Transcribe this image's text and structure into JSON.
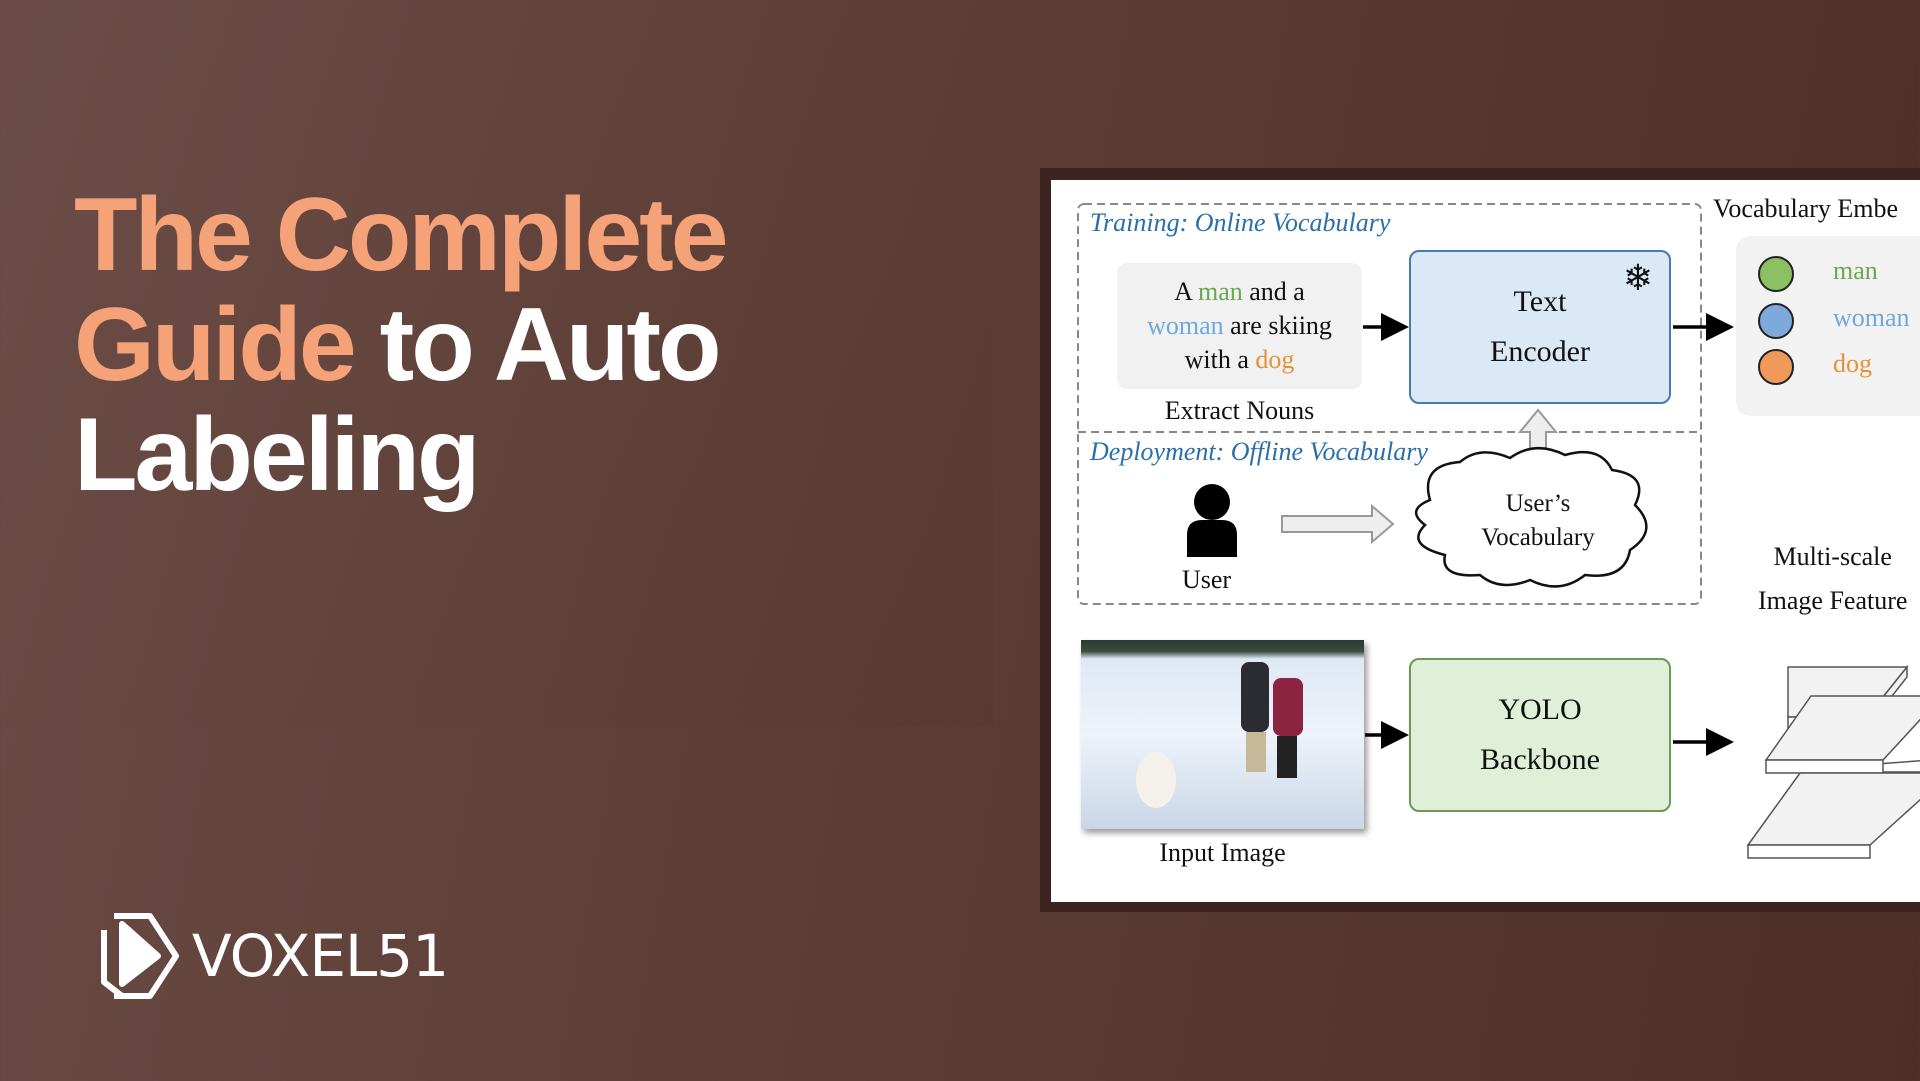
{
  "headline": {
    "accent": "The Complete Guide",
    "rest_line": " to Auto",
    "last_line": "Labeling"
  },
  "headline_parts": {
    "line1": "The Complete",
    "line2_accent": "Guide",
    "line2_rest": " to Auto",
    "line3": "Labeling"
  },
  "brand": {
    "name": "VOXEL51",
    "logo": "voxel51-logo"
  },
  "colors": {
    "accent": "#f5a278",
    "background": "#5e3f37",
    "section_label": "#2a6fa8",
    "man": "#6aa84f",
    "woman": "#6fa8dc",
    "dog": "#e69138"
  },
  "diagram": {
    "training_label": "Training: Online Vocabulary",
    "deployment_label": "Deployment: Offline Vocabulary",
    "sentence": {
      "w1": "A ",
      "man": "man",
      "w2": " and a",
      "woman": "woman",
      "w3": " are skiing",
      "w4": "with a ",
      "dog": "dog"
    },
    "extract_nouns": "Extract Nouns",
    "text_encoder": {
      "line1": "Text",
      "line2": "Encoder",
      "icon": "snowflake-icon"
    },
    "vocab_embed_label": "Vocabulary Embe",
    "embeddings": [
      "man",
      "woman",
      "dog"
    ],
    "user_label": "User",
    "cloud": {
      "line1": "User’s",
      "line2": "Vocabulary"
    },
    "features": {
      "line1": "Multi-scale",
      "line2": "Image Feature"
    },
    "input_image_label": "Input Image",
    "backbone": {
      "line1": "YOLO",
      "line2": "Backbone"
    }
  }
}
